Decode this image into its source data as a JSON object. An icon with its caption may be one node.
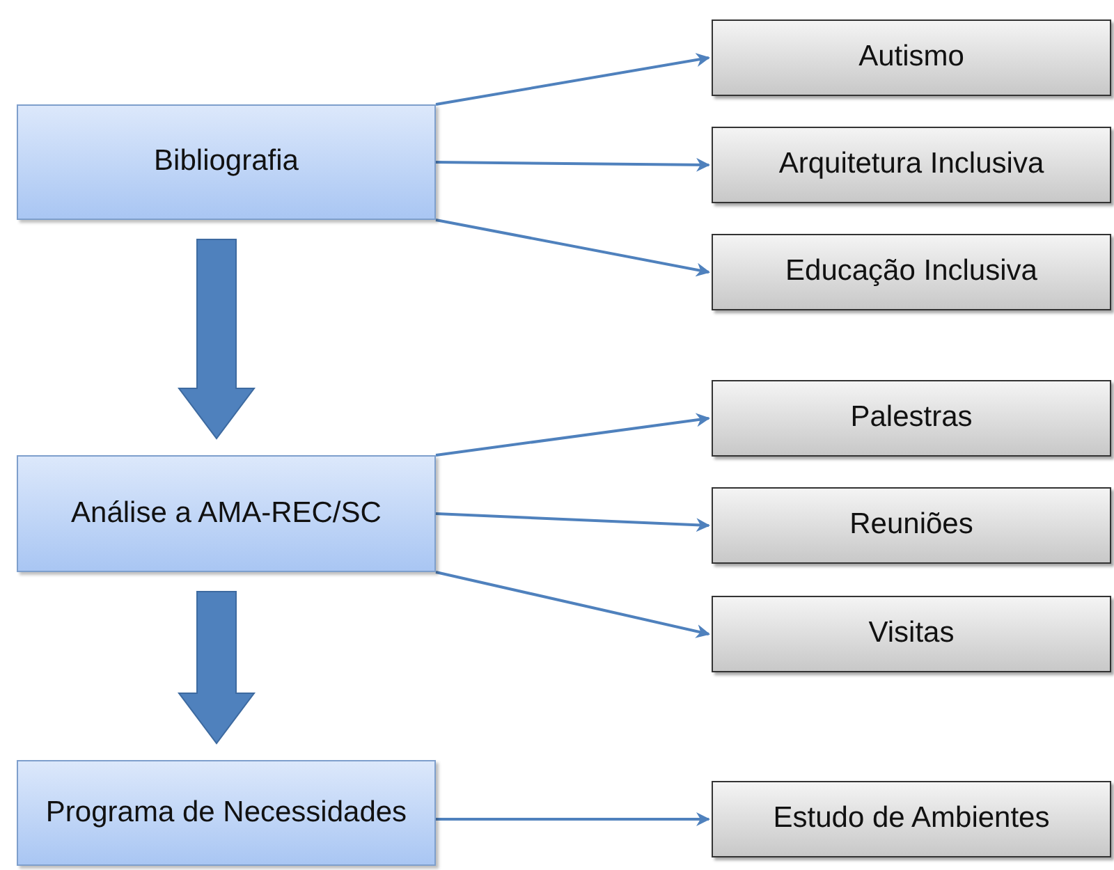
{
  "diagram": {
    "nodes": [
      {
        "text": [
          "Bibliografia"
        ]
      },
      {
        "text": [
          "Autismo"
        ]
      },
      {
        "text": [
          "Arquitetura Inclusiva"
        ]
      },
      {
        "text": [
          "Educação Inclusiva"
        ]
      },
      {
        "text": [
          "Análise a AMA-REC/SC"
        ]
      },
      {
        "text": [
          "Palestras"
        ]
      },
      {
        "text": [
          "Reuniões"
        ]
      },
      {
        "text": [
          "Visitas"
        ]
      },
      {
        "text": [
          "Programa de Necessidades"
        ]
      },
      {
        "text": [
          "Estudo de Ambientes"
        ]
      }
    ],
    "edges": [
      {
        "from": 0,
        "to": 1,
        "arrow": "to"
      },
      {
        "from": 0,
        "to": 2,
        "arrow": "to"
      },
      {
        "from": 0,
        "to": 3,
        "arrow": "to"
      },
      {
        "from": 0,
        "to": 4,
        "arrow": "to",
        "style": "thick"
      },
      {
        "from": 4,
        "to": 5,
        "arrow": "to"
      },
      {
        "from": 4,
        "to": 6,
        "arrow": "to"
      },
      {
        "from": 4,
        "to": 7,
        "arrow": "to"
      },
      {
        "from": 4,
        "to": 8,
        "arrow": "to",
        "style": "thick"
      },
      {
        "from": 8,
        "to": 9,
        "arrow": "to"
      }
    ]
  }
}
